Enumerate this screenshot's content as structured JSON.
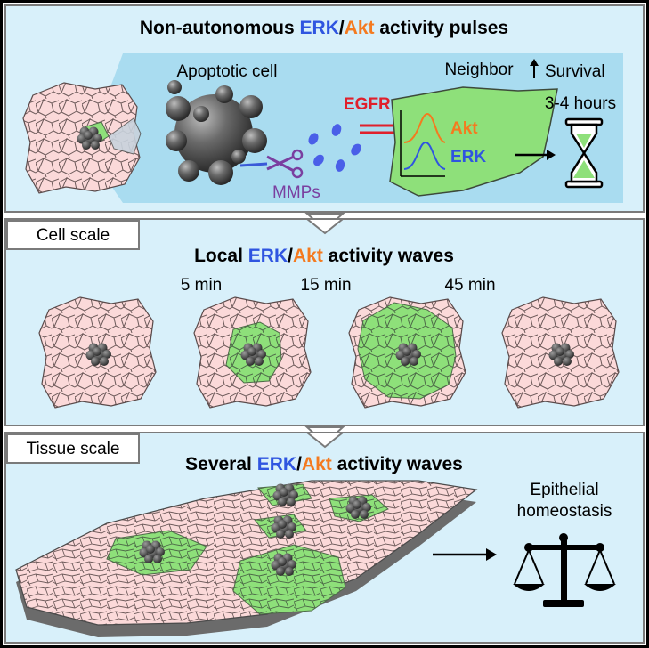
{
  "panels": {
    "top": {
      "title_pre": "Non-autonomous ",
      "title_erk": "ERK",
      "title_slash": "/",
      "title_akt": "Akt",
      "title_post": " activity pulses",
      "apoptotic_label": "Apoptotic cell",
      "neighbor_label": "Neighbor",
      "survival_label": "Survival",
      "duration_label": "3-4 hours",
      "egfr_label": "EGFR",
      "mmps_label": "MMPs",
      "akt_trace_label": "Akt",
      "erk_trace_label": "ERK"
    },
    "middle": {
      "scale_tag": "Cell scale",
      "title_pre": "Local ",
      "title_erk": "ERK",
      "title_slash": "/",
      "title_akt": "Akt",
      "title_post": " activity waves",
      "times": [
        "5 min",
        "15 min",
        "45 min"
      ]
    },
    "bottom": {
      "scale_tag": "Tissue scale",
      "title_pre": "Several ",
      "title_erk": "ERK",
      "title_slash": "/",
      "title_akt": "Akt",
      "title_post": " activity waves",
      "outcome_line1": "Epithelial",
      "outcome_line2": "homeostasis"
    }
  },
  "colors": {
    "panel_bg": "#d8f0fa",
    "frame": "#7a7a7a",
    "cell_fill": "#fbd9d9",
    "active_cell": "#8ee07a",
    "erk_blue": "#2f55e0",
    "akt_orange": "#f47a1f",
    "egfr_red": "#e0202c",
    "mmp_purple": "#7a3fa0",
    "apoptotic_gray": "#555555",
    "highlight_region": "#a9dcf0"
  }
}
